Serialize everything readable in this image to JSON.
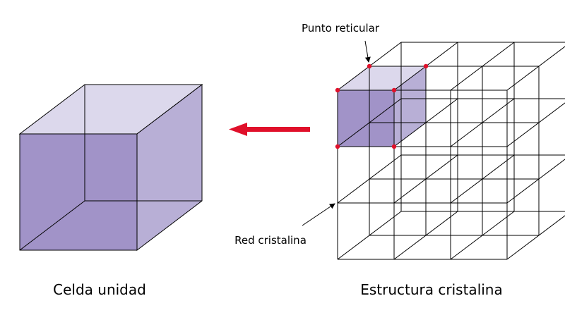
{
  "labels": {
    "lattice_point": "Punto reticular",
    "crystal_lattice": "Red cristalina",
    "unit_cell": "Celda unidad",
    "crystal_structure": "Estructura cristalina"
  },
  "colors": {
    "face_front": "#a193c8",
    "face_side": "#b8afd6",
    "face_top": "#dcd8ec",
    "edge": "#000000",
    "arrow": "#e0102a",
    "lattice_point": "#e0102a"
  }
}
